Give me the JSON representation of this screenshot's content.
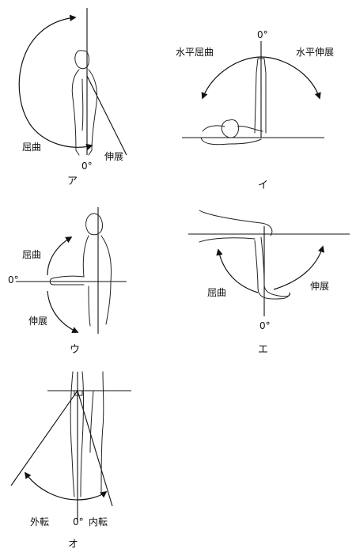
{
  "panels": {
    "a": {
      "caption": "ア",
      "zero": "0°",
      "flexion": "屈曲",
      "extension": "伸展"
    },
    "i": {
      "caption": "イ",
      "zero": "0°",
      "horizontal_flexion": "水平屈曲",
      "horizontal_extension": "水平伸展"
    },
    "u": {
      "caption": "ウ",
      "zero": "0°",
      "flexion": "屈曲",
      "extension": "伸展"
    },
    "e": {
      "caption": "エ",
      "zero": "0°",
      "flexion": "屈曲",
      "extension": "伸展"
    },
    "o": {
      "caption": "オ",
      "zero": "0°",
      "abduction": "外転",
      "adduction": "内転"
    }
  },
  "icons": {
    "arrow": "arrowhead",
    "figure": "human-outline"
  }
}
